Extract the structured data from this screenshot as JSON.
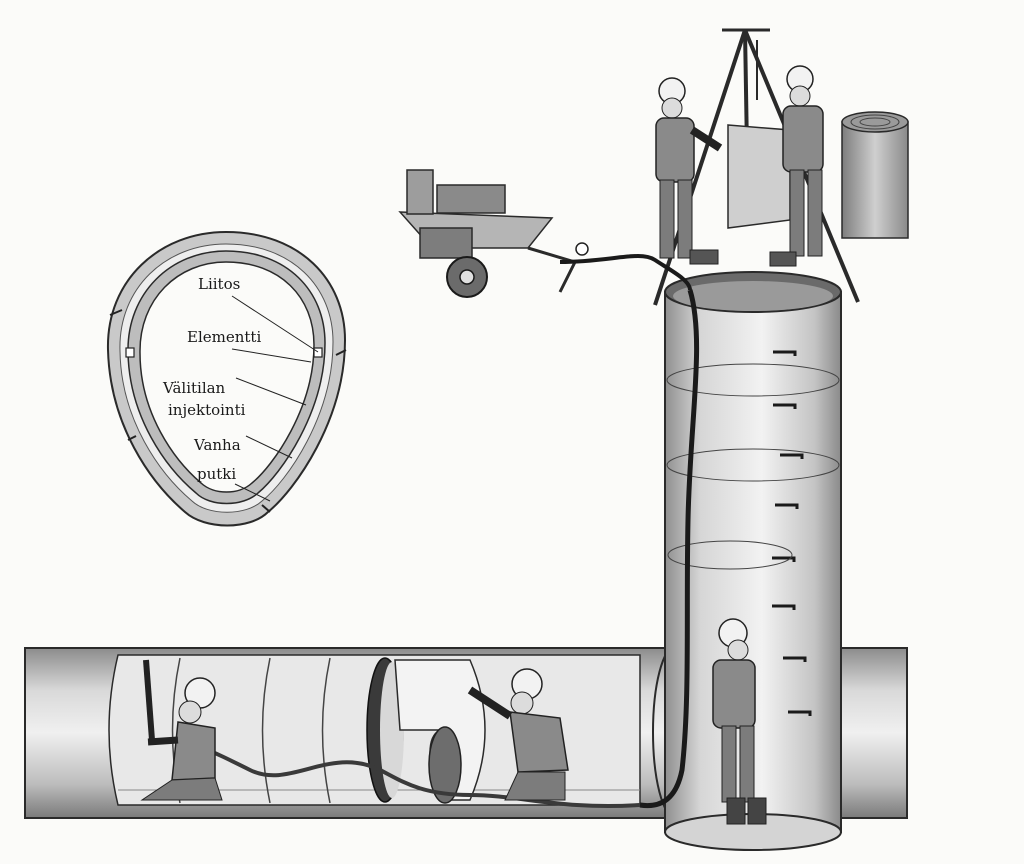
{
  "labels": {
    "liitos": "Liitos",
    "elementti": "Elementti",
    "valitilan": "Välitilan",
    "injektointi": "injektointi",
    "vanha": "Vanha",
    "putki": "putki"
  },
  "colors": {
    "ink": "#2a2a2a",
    "pipe_light": "#e6e6e6",
    "pipe_mid": "#b9b9b9",
    "pipe_dark": "#8a8a8a",
    "paper": "#fbfbf9"
  },
  "icons": {
    "pump": "grout-pump-cart-icon",
    "tripod": "lifting-tripod-icon",
    "worker": "worker-helmet-icon"
  }
}
